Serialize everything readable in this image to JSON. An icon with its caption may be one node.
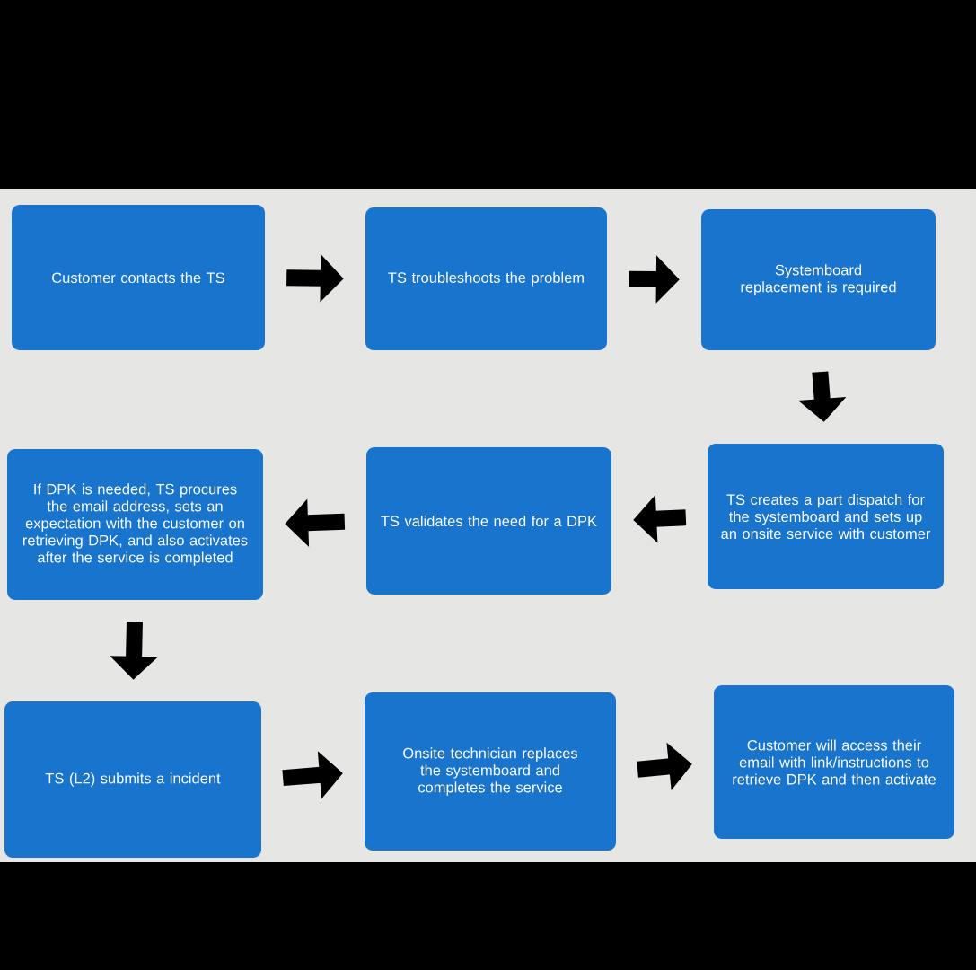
{
  "diagram": {
    "nodes": [
      {
        "text": [
          "Customer contacts the TS"
        ]
      },
      {
        "text": [
          "TS troubleshoots the problem"
        ]
      },
      {
        "text": [
          "Systemboard replacement is required"
        ]
      },
      {
        "text": [
          "If DPK is needed, TS procures the email address, sets an expectation with the customer on retrieving DPK, and also activates after the service is completed"
        ]
      },
      {
        "text": [
          "TS validates the need for a DPK"
        ]
      },
      {
        "text": [
          "TS creates a part dispatch for the systemboard and sets up an onsite service with customer"
        ]
      },
      {
        "text": [
          "TS (L2) submits a incident"
        ]
      },
      {
        "text": [
          "Onsite technician replaces the systemboard and completes the service"
        ]
      },
      {
        "text": [
          "Customer will access their email with link/instructions to retrieve DPK and then activate"
        ]
      }
    ],
    "edges": [
      {
        "from": 0,
        "to": 1,
        "arrow": "to"
      },
      {
        "from": 1,
        "to": 2,
        "arrow": "to"
      },
      {
        "from": 2,
        "to": 5,
        "arrow": "to"
      },
      {
        "from": 5,
        "to": 4,
        "arrow": "to"
      },
      {
        "from": 4,
        "to": 3,
        "arrow": "to"
      },
      {
        "from": 3,
        "to": 6,
        "arrow": "to"
      },
      {
        "from": 6,
        "to": 7,
        "arrow": "to"
      },
      {
        "from": 7,
        "to": 8,
        "arrow": "to"
      }
    ]
  }
}
